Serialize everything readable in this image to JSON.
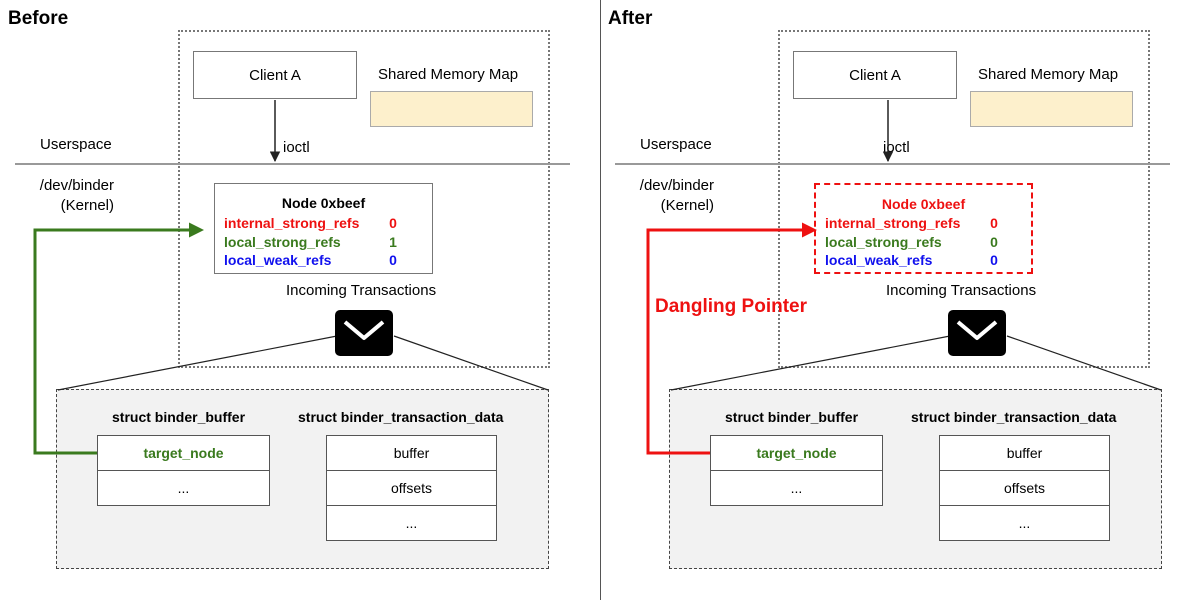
{
  "panels": {
    "before": {
      "title": "Before",
      "client_label": "Client A",
      "shared_memory_label": "Shared Memory Map",
      "userspace_label": "Userspace",
      "ioctl_label": "ioctl",
      "dev_binder_label": "/dev/binder",
      "kernel_label": "(Kernel)",
      "node": {
        "title": "Node 0xbeef",
        "refs": [
          {
            "name": "internal_strong_refs",
            "value": "0",
            "color": "#ee1111"
          },
          {
            "name": "local_strong_refs",
            "value": "1",
            "color": "#3a7a1e"
          },
          {
            "name": "local_weak_refs",
            "value": "0",
            "color": "#1111ee"
          }
        ]
      },
      "incoming_label": "Incoming Transactions",
      "binder_buffer": {
        "title": "struct binder_buffer",
        "rows": [
          "target_node",
          "..."
        ]
      },
      "transaction_data": {
        "title": "struct binder_transaction_data",
        "rows": [
          "buffer",
          "offsets",
          "..."
        ]
      },
      "pointer_color": "#3a7a1e"
    },
    "after": {
      "title": "After",
      "client_label": "Client A",
      "shared_memory_label": "Shared Memory Map",
      "userspace_label": "Userspace",
      "ioctl_label": "ioctl",
      "dev_binder_label": "/dev/binder",
      "kernel_label": "(Kernel)",
      "node": {
        "title": "Node 0xbeef",
        "refs": [
          {
            "name": "internal_strong_refs",
            "value": "0",
            "color": "#ee1111"
          },
          {
            "name": "local_strong_refs",
            "value": "0",
            "color": "#3a7a1e"
          },
          {
            "name": "local_weak_refs",
            "value": "0",
            "color": "#1111ee"
          }
        ]
      },
      "incoming_label": "Incoming Transactions",
      "dangling_label": "Dangling Pointer",
      "binder_buffer": {
        "title": "struct binder_buffer",
        "rows": [
          "target_node",
          "..."
        ]
      },
      "transaction_data": {
        "title": "struct binder_transaction_data",
        "rows": [
          "buffer",
          "offsets",
          "..."
        ]
      },
      "pointer_color": "#ee1111"
    }
  },
  "colors": {
    "shared_memory_fill": "#fdf0cc",
    "kernel_area_fill": "#f2f2f2",
    "dangling_red": "#ee1111",
    "valid_green": "#3a7a1e"
  }
}
